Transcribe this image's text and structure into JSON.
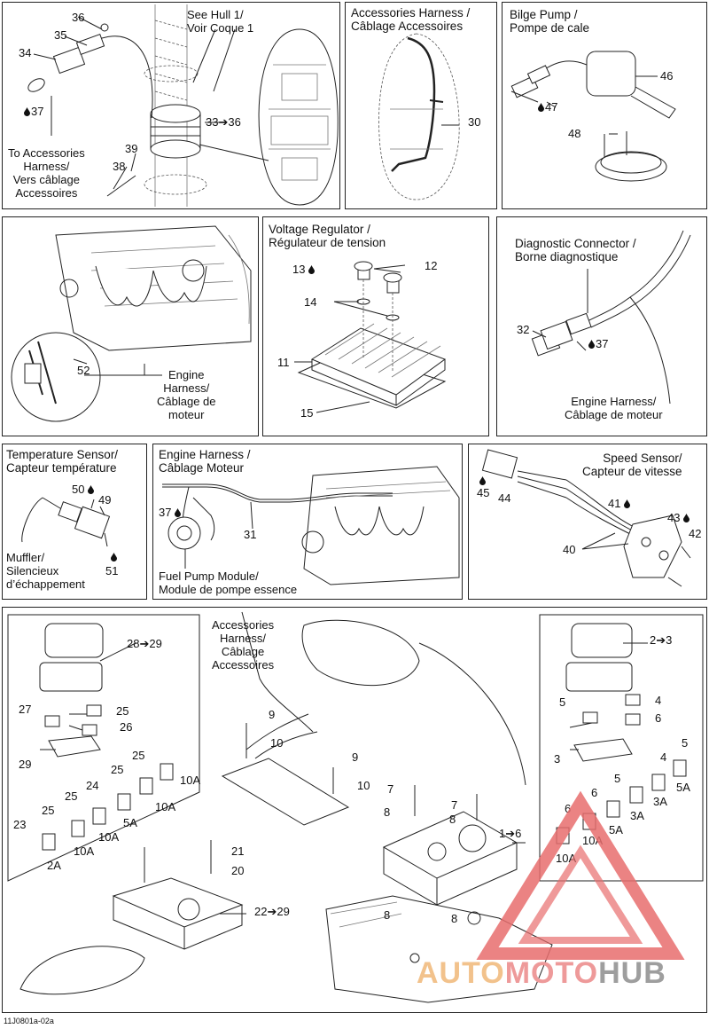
{
  "panels": {
    "hull": {
      "see_hull": "See Hull 1/\nVoir Coque 1",
      "to_accessories": "To Accessories\nHarness/\nVers câblage\nAccessoires",
      "callouts": [
        "36",
        "35",
        "34",
        "37",
        "33➔36",
        "39",
        "38"
      ]
    },
    "accessories_harness": {
      "title": "Accessories Harness /\nCâblage Accessoires",
      "callouts": [
        "30"
      ]
    },
    "bilge_pump": {
      "title": "Bilge Pump /\nPompe de cale",
      "callouts": [
        "46",
        "47",
        "48"
      ]
    },
    "engine": {
      "label": "Engine\nHarness/\nCâblage de\nmoteur",
      "callouts": [
        "52"
      ]
    },
    "voltage_regulator": {
      "title": "Voltage Regulator /\nRégulateur de tension",
      "callouts": [
        "13",
        "12",
        "14",
        "11",
        "15"
      ]
    },
    "diagnostic": {
      "title": "Diagnostic Connector /\nBorne diagnostique",
      "harness_label": "Engine Harness/\nCâblage de moteur",
      "callouts": [
        "32",
        "37"
      ]
    },
    "temperature": {
      "title": "Temperature Sensor/\nCapteur température",
      "muffler": "Muffler/\nSilencieux\nd’échappement",
      "callouts": [
        "50",
        "49",
        "51"
      ]
    },
    "engine_harness": {
      "title": "Engine Harness /\nCâblage Moteur",
      "fuel_pump": "Fuel Pump Module/\nModule de pompe essence",
      "callouts": [
        "37",
        "31"
      ]
    },
    "speed_sensor": {
      "title": "Speed Sensor/\nCapteur de vitesse",
      "callouts": [
        "45",
        "44",
        "41",
        "43",
        "42",
        "40"
      ]
    },
    "bottom": {
      "acc_label": "Accessories\nHarness/\nCâblage\nAccessoires",
      "left_callouts": [
        "28➔29",
        "27",
        "25",
        "26",
        "29",
        "25",
        "25",
        "10A",
        "24",
        "10A",
        "25",
        "5A",
        "25",
        "10A",
        "23",
        "10A",
        "2A",
        "21",
        "20",
        "22➔29"
      ],
      "center_callouts": [
        "9",
        "10",
        "9",
        "10",
        "7",
        "8",
        "7",
        "8",
        "1➔6",
        "8",
        "8"
      ],
      "right_callouts": [
        "2➔3",
        "5",
        "4",
        "6",
        "3",
        "5",
        "4",
        "5A",
        "5",
        "3A",
        "6",
        "5A",
        "6",
        "10A",
        "10A",
        "3A"
      ]
    }
  },
  "figure_code": "11J0801a-02a",
  "watermark": {
    "part1": "AUTO",
    "part2": "MOTO",
    "part3": "HUB",
    "colors": {
      "auto": "#f2c28c",
      "moto": "#ee9a9a",
      "hub": "#9e9e9e",
      "triangle": "#e86d6d"
    }
  }
}
